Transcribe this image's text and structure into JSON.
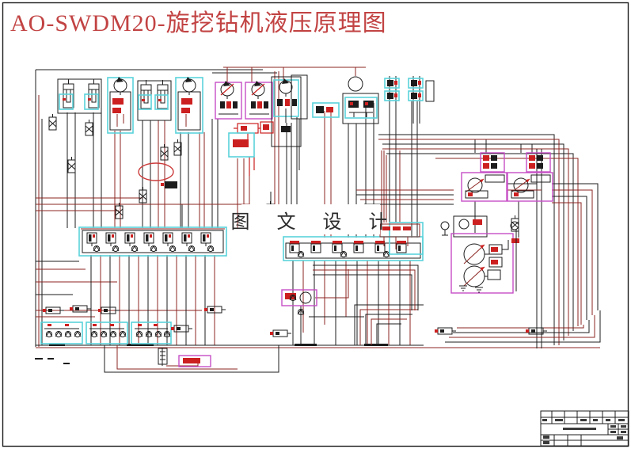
{
  "page": {
    "title": "AO-SWDM20-旋挖钻机液压原理图",
    "watermark": "图 文 设 计"
  },
  "palette": {
    "title_red": "#c24343",
    "line_black": "#1c1c1c",
    "line_dark_red": "#8b2420",
    "component_red": "#cc2020",
    "highlight_cyan": "#5ad2da",
    "highlight_magenta": "#c64ec6",
    "paper": "#ffffff",
    "blob": "#3a3a3a"
  },
  "components": {
    "top_left_cylinder_group": "double-cylinder unit",
    "pump_units": "pump circles with control valves",
    "valve_bank_left": "multi-section directional valve bank",
    "valve_bank_right": "multi-section directional valve bank",
    "rotary_motor_groups": "two motor assemblies (magenta)",
    "main_pump_group": "tandem variable pumps (magenta)",
    "check_valve_boxes": "check-valve quads (cyan)",
    "annotation_ellipse": "red revision mark",
    "title_block": "standard CAD title block (text illegible)"
  }
}
